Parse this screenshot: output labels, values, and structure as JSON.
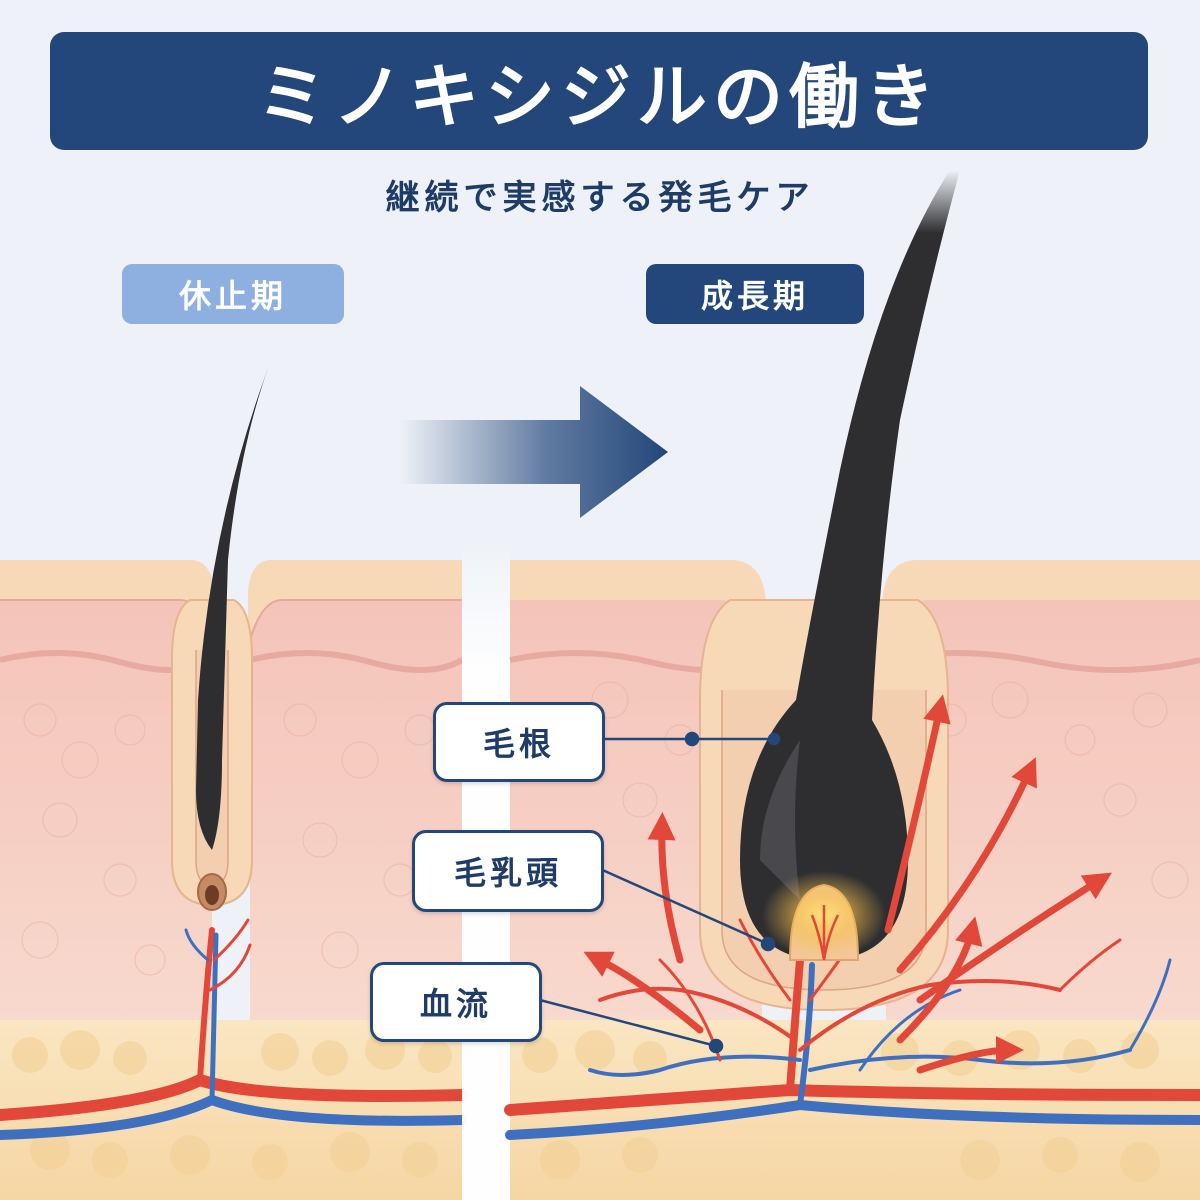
{
  "header": {
    "title": "ミノキシジルの働き",
    "subtitle": "継続で実感する発毛ケア"
  },
  "stages": {
    "resting": "休止期",
    "growth": "成長期"
  },
  "callouts": {
    "hair_root": "毛根",
    "dermal_papilla": "毛乳頭",
    "blood_flow": "血流"
  },
  "colors": {
    "navy": "#23477a",
    "light_blue": "#8db0e0",
    "skin": "#f3c4bb",
    "fat": "#f8deb1",
    "artery": "#e2483a",
    "vein": "#3f6fbf",
    "hair": "#2e2e31"
  }
}
